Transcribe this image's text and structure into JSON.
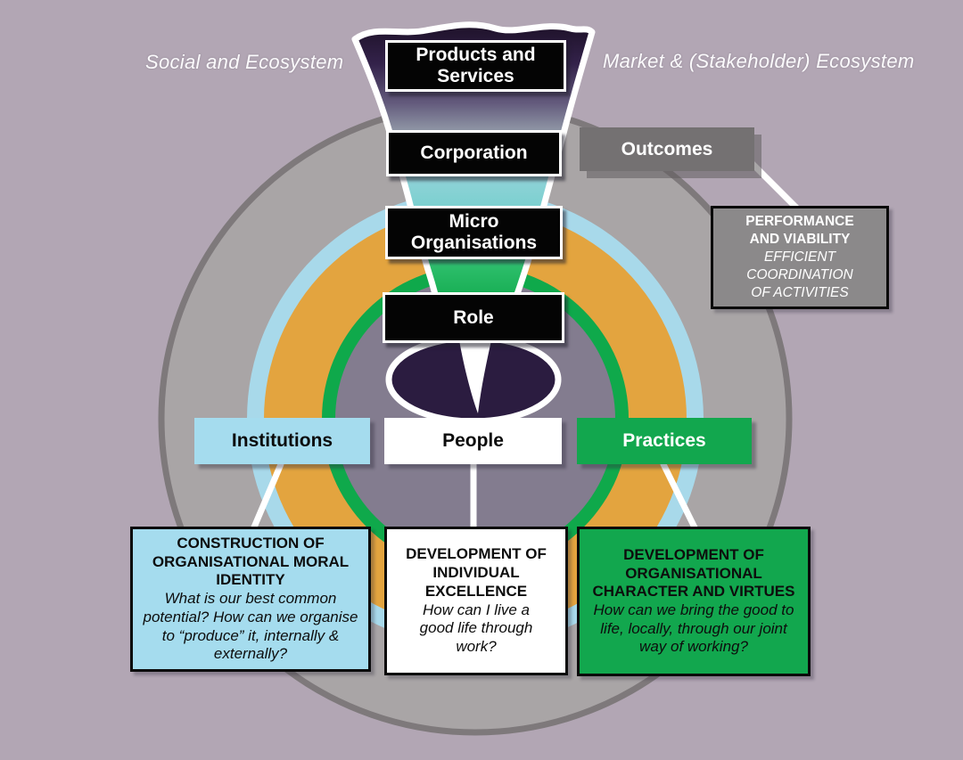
{
  "ecosystem_labels": {
    "left": "Social and  Ecosystem",
    "right": "Market & (Stakeholder) Ecosystem"
  },
  "funnel_levels": {
    "products": "Products and Services",
    "corporation": "Corporation",
    "micro": "Micro Organisations",
    "role": "Role",
    "people": "People"
  },
  "side_labels": {
    "institutions": "Institutions",
    "practices": "Practices",
    "outcomes": "Outcomes"
  },
  "notes": {
    "performance": {
      "title": "PERFORMANCE AND VIABILITY",
      "body": "EFFICIENT COORDINATION OF ACTIVITIES"
    },
    "institutions": {
      "title": "CONSTRUCTION OF ORGANISATIONAL MORAL IDENTITY",
      "body": "What is our best common potential? How can we organise to “produce” it, internally & externally?"
    },
    "people": {
      "title": "DEVELOPMENT OF INDIVIDUAL EXCELLENCE",
      "body": "How can I live a good life through work?"
    },
    "practices": {
      "title": "DEVELOPMENT OF ORGANISATIONAL CHARACTER AND VIRTUES",
      "body": "How can we bring the good to life, locally, through our joint way of working?"
    }
  },
  "colors": {
    "background": "#b2a6b4",
    "outer_ring": "#a9a5a6",
    "outer_ring_border": "#7e797b",
    "blue_ring": "#a8d9ea",
    "orange_ring": "#e3a43f",
    "green_ring": "#0fa94b",
    "inner_circle": "#837c8f",
    "vortex": "#2b1c40",
    "green_accent": "#12a74e",
    "light_blue_accent": "#a5dcee",
    "outcomes_gray": "#747172",
    "performance_gray": "#8b898a",
    "funnel_top": "#1c1026",
    "funnel_teal": "#8bd2d6",
    "funnel_green": "#0fa54c"
  }
}
